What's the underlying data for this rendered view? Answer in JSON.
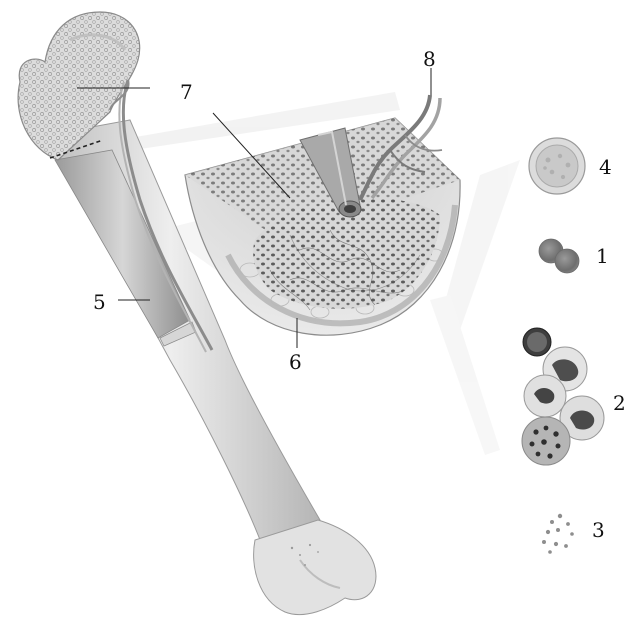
{
  "labels": {
    "l1": "1",
    "l2": "2",
    "l3": "3",
    "l4": "4",
    "l5": "5",
    "l6": "6",
    "l7": "7",
    "l8": "8"
  },
  "colors": {
    "bone_light": "#e6e6e6",
    "bone_mid": "#cfcfcf",
    "bone_dark": "#a8a8a8",
    "marrow_dark": "#5a5a5a",
    "vessel": "#8c8c8c",
    "line": "#222222"
  }
}
